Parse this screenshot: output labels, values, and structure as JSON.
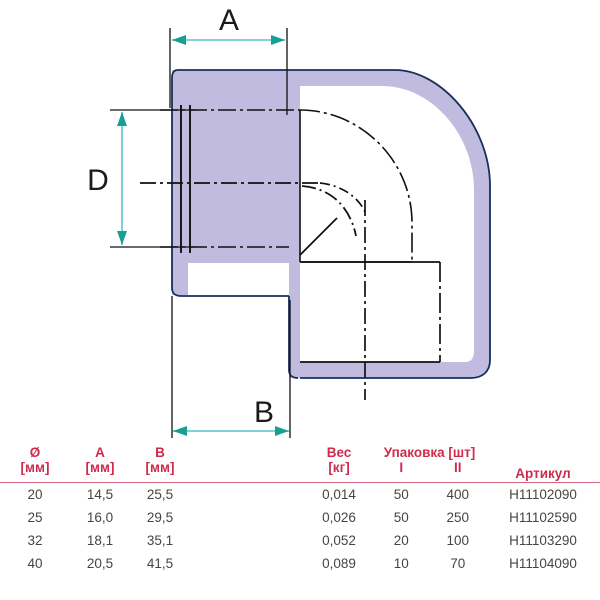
{
  "drawing": {
    "title": "90-degree-elbow-fitting-cross-section",
    "dimension_labels": {
      "a": "A",
      "b": "B",
      "d": "D"
    },
    "colors": {
      "body_fill": "#c1bbdf",
      "body_stroke": "#16305c",
      "dimension_line": "#7ed3d6",
      "arrow": "#16a094",
      "centerline": "#111111",
      "outline": "#111111"
    }
  },
  "table": {
    "headers": {
      "diameter": "Ø",
      "diameter_unit": "[мм]",
      "a": "A",
      "a_unit": "[мм]",
      "b": "B",
      "b_unit": "[мм]",
      "weight": "Вес",
      "weight_unit": "[кг]",
      "packaging": "Упаковка [шт]",
      "pack_1": "I",
      "pack_2": "II",
      "article": "Артикул"
    },
    "rows": [
      {
        "diameter": "20",
        "a": "14,5",
        "b": "25,5",
        "weight": "0,014",
        "pack_1": "50",
        "pack_2": "400",
        "article": "H11102090"
      },
      {
        "diameter": "25",
        "a": "16,0",
        "b": "29,5",
        "weight": "0,026",
        "pack_1": "50",
        "pack_2": "250",
        "article": "H11102590"
      },
      {
        "diameter": "32",
        "a": "18,1",
        "b": "35,1",
        "weight": "0,052",
        "pack_1": "20",
        "pack_2": "100",
        "article": "H11103290"
      },
      {
        "diameter": "40",
        "a": "20,5",
        "b": "41,5",
        "weight": "0,089",
        "pack_1": "10",
        "pack_2": "70",
        "article": "H11104090"
      }
    ],
    "colors": {
      "header_text": "#cf2b4e",
      "body_text": "#4a4340",
      "separator": "#d4677f"
    }
  }
}
